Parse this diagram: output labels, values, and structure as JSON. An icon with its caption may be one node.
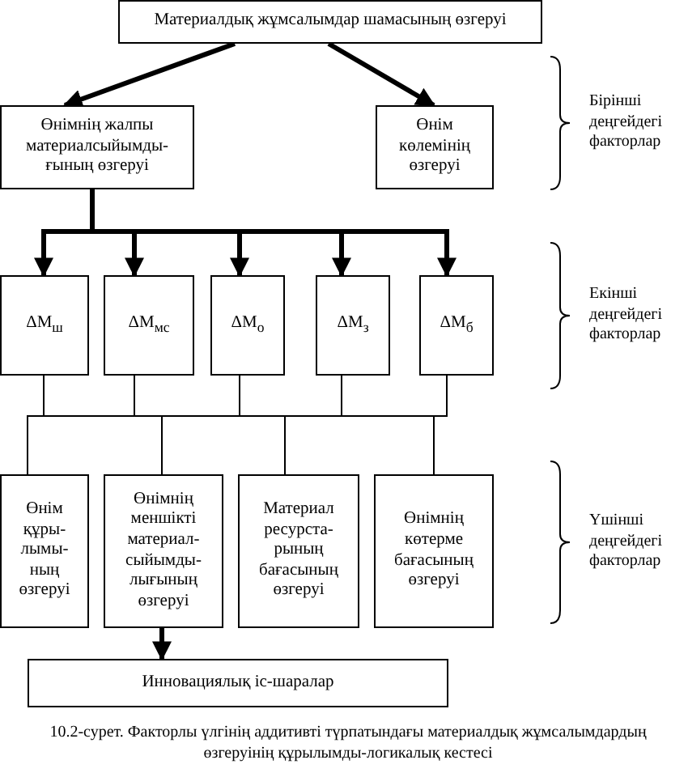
{
  "diagram": {
    "caption": "10.2-сурет. Факторлы үлгінің аддитивті түрпатындағы материалдық жұмсалымдардың өзгеруінің құрылымды-логикалық кестесі",
    "nodes": [
      {
        "text": [
          "Материалдық жұмсалымдар шамасының өзгеруі"
        ]
      },
      {
        "text": [
          "Өнімнің жалпы материалсыйымды-ғының өзгеруі"
        ]
      },
      {
        "text": [
          "Өнім көлемінің өзгеруі"
        ]
      },
      {
        "text": [
          "ΔM$_{ш}$"
        ]
      },
      {
        "text": [
          "ΔM$_{мс}$"
        ]
      },
      {
        "text": [
          "ΔM$_{о}$"
        ]
      },
      {
        "text": [
          "ΔM$_{з}$"
        ]
      },
      {
        "text": [
          "ΔM$_{б}$"
        ]
      },
      {
        "text": [
          "Өнім құры- лымы- ның өзгеруі"
        ]
      },
      {
        "text": [
          "Өнімнің меншікті материал-сыйымды-лығының өзгеруі"
        ]
      },
      {
        "text": [
          "Материал ресурста-рының бағасының өзгеруі"
        ]
      },
      {
        "text": [
          "Өнімнің көтерме бағасының өзгеруі"
        ]
      },
      {
        "text": [
          "Инновациялық іс-шаралар"
        ]
      }
    ],
    "edges": [
      {
        "from": 0,
        "to": 1,
        "arrow": "to",
        "style": "thick"
      },
      {
        "from": 0,
        "to": 2,
        "arrow": "to",
        "style": "thick"
      },
      {
        "from": 1,
        "to": 3,
        "arrow": "to",
        "style": "thick"
      },
      {
        "from": 1,
        "to": 4,
        "arrow": "to",
        "style": "thick"
      },
      {
        "from": 1,
        "to": 5,
        "arrow": "to",
        "style": "thick"
      },
      {
        "from": 1,
        "to": 6,
        "arrow": "to",
        "style": "thick"
      },
      {
        "from": 1,
        "to": 7,
        "arrow": "to",
        "style": "thick"
      },
      {
        "from": 3,
        "to": 8,
        "arrow": "none"
      },
      {
        "from": 3,
        "to": 9,
        "arrow": "none"
      },
      {
        "from": 3,
        "to": 10,
        "arrow": "none"
      },
      {
        "from": 3,
        "to": 11,
        "arrow": "none"
      },
      {
        "from": 4,
        "to": 8,
        "arrow": "none"
      },
      {
        "from": 4,
        "to": 9,
        "arrow": "none"
      },
      {
        "from": 4,
        "to": 10,
        "arrow": "none"
      },
      {
        "from": 4,
        "to": 11,
        "arrow": "none"
      },
      {
        "from": 5,
        "to": 8,
        "arrow": "none"
      },
      {
        "from": 5,
        "to": 9,
        "arrow": "none"
      },
      {
        "from": 5,
        "to": 10,
        "arrow": "none"
      },
      {
        "from": 5,
        "to": 11,
        "arrow": "none"
      },
      {
        "from": 6,
        "to": 8,
        "arrow": "none"
      },
      {
        "from": 6,
        "to": 9,
        "arrow": "none"
      },
      {
        "from": 6,
        "to": 10,
        "arrow": "none"
      },
      {
        "from": 6,
        "to": 11,
        "arrow": "none"
      },
      {
        "from": 7,
        "to": 8,
        "arrow": "none"
      },
      {
        "from": 7,
        "to": 9,
        "arrow": "none"
      },
      {
        "from": 7,
        "to": 10,
        "arrow": "none"
      },
      {
        "from": 7,
        "to": 11,
        "arrow": "none"
      },
      {
        "from": 9,
        "to": 12,
        "arrow": "to",
        "style": "thick"
      }
    ],
    "labels": [
      "Бірінші деңгейдегі факторлар",
      "Екінші деңгейдегі факторлар",
      "Үшінші деңгейдегі факторлар"
    ]
  }
}
